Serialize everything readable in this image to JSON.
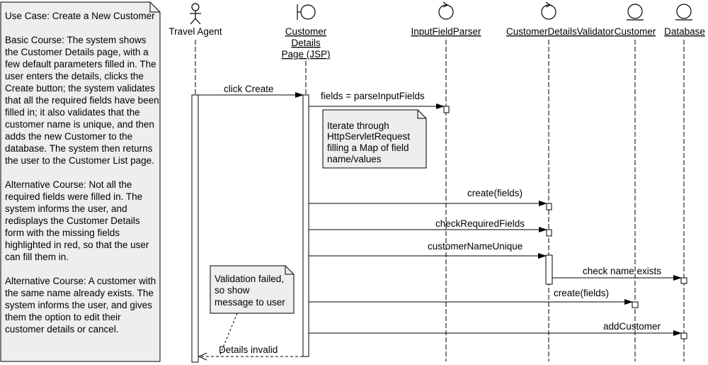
{
  "use_case": {
    "title": "Use Case: Create a New Customer",
    "basic_course": "Basic Course: The system shows the Customer Details page, with a few default parameters filled in. The user enters the details, clicks the Create button; the system validates that all the required fields have been filled in; it also validates that the customer name is unique, and then adds the new Customer to the database. The system then returns the user to the Customer List page.",
    "alt_course_1": "Alternative Course: Not all the required fields were filled in. The system informs the user, and redisplays the Customer Details form with the missing fields highlighted in red, so that the user can fill them in.",
    "alt_course_2": "Alternative Course: A customer with the same name already exists. The system informs the user, and gives them the option to edit their customer details or cancel."
  },
  "participants": {
    "travel_agent": "Travel Agent",
    "page_line1": "Customer",
    "page_line2": "Details",
    "page_line3": "Page (JSP)",
    "parser": "InputFieldParser",
    "validator": "CustomerDetailsValidator",
    "customer": "Customer",
    "database": "Database"
  },
  "messages": {
    "click_create": "click Create",
    "parse_fields": "fields = parseInputFields",
    "create_fields_validator": "create(fields)",
    "check_required": "checkRequiredFields",
    "name_unique": "customerNameUnique",
    "check_name_exists": "check name exists",
    "create_fields_customer": "create(fields)",
    "add_customer": "addCustomer",
    "details_invalid": "Details invalid"
  },
  "notes": {
    "iterate_line1": "Iterate through",
    "iterate_line2": "HttpServletRequest",
    "iterate_line3": "filling a Map of field",
    "iterate_line4": "name/values",
    "validation_line1": "Validation failed,",
    "validation_line2": "so show",
    "validation_line3": "message to user"
  },
  "colors": {
    "note_fill": "#eeeeee",
    "line": "#000000"
  }
}
